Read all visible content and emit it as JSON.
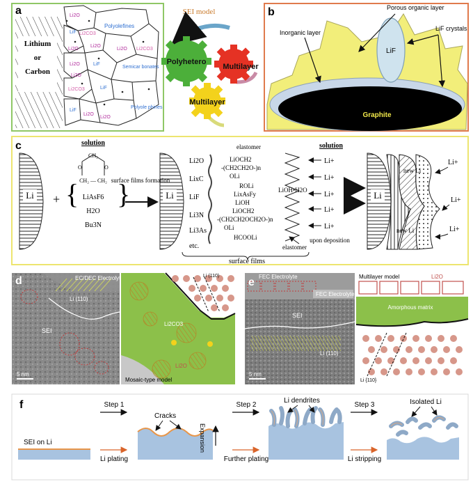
{
  "panel_a": {
    "label": "a",
    "lithium_or_carbon": [
      "Lithium",
      "or",
      "Carbon"
    ],
    "compounds": [
      "Li2O",
      "LiF",
      "Li2CO3",
      "Polyolefines",
      "Semicar bonates",
      "Polyole phines"
    ]
  },
  "sei_model": {
    "title": "SEI model",
    "gears": [
      "Polyhetero",
      "Multilayer",
      "Multilayer"
    ]
  },
  "panel_b": {
    "label": "b",
    "labels": [
      "Porous organic layer",
      "Inorganic layer",
      "LiF crystals",
      "LiF",
      "Graphite"
    ]
  },
  "panel_c": {
    "label": "c",
    "solution_left_title": "solution",
    "left_species": [
      "LiAsF6",
      "H2O",
      "Bu3N"
    ],
    "li_label": "Li",
    "plus": "+",
    "arrow_text": "surface films formation",
    "inorganic_species": [
      "Li2O",
      "LixC",
      "LiF",
      "Li3N",
      "Li3As",
      "etc."
    ],
    "organic_species": [
      "LiOCH2",
      "-(CH2CH2O-)n",
      "OLi",
      "ROLi",
      "LixAsFy",
      "LiOH",
      "LiOCH2",
      "-(CH2CH2OCH2O-)n",
      "OLi",
      "HCOOLi"
    ],
    "elastomer_top": "elastomer",
    "elastomer_bottom": "elastomer",
    "lioh_h2o": "LiOH•H2O",
    "solution_right_title": "solution",
    "li_ions": [
      "Li+",
      "Li+",
      "Li+",
      "Li+",
      "Li+"
    ],
    "upon_deposition": "upon deposition",
    "surface_films": "surface films",
    "result_labels": [
      "Li",
      "new Li",
      "new Li",
      "Li+",
      "Li+",
      "Li+"
    ]
  },
  "panel_d": {
    "label": "d",
    "electrolyte": "EC/DEC Electrolyte",
    "li_110": "Li (110)",
    "sei": "SEI",
    "scale": "5 nm",
    "li_110_right": "Li (110)",
    "li2co3": "Li2CO3",
    "li2o": "Li2O",
    "model": "Mosaic-type model"
  },
  "panel_e": {
    "label": "e",
    "fec_electrolyte": "FEC Electrolyte",
    "fec_electrolyte_2": "FEC Electrolyte",
    "sei": "SEI",
    "li_110": "Li (110)",
    "scale": "5 nm",
    "multilayer_model": "Multilayer model",
    "li2o": "Li2O",
    "amorphous": "Amorphous matrix",
    "li_110_bottom": "Li {110}"
  },
  "panel_f": {
    "label": "f",
    "step1": "Step 1",
    "step2": "Step 2",
    "step3": "Step 3",
    "sei_on_li": "SEI on Li",
    "cracks": "Cracks",
    "expansion": "Expansion",
    "li_dendrites": "Li dendrites",
    "isolated_li": "Isolated Li",
    "li_plating": "Li plating",
    "further_plating": "Further plating",
    "li_stripping": "Li stripping"
  },
  "colors": {
    "green_border": "#8fc766",
    "orange_border": "#e07a4c",
    "yellow_border": "#ede56f",
    "gear_green": "#4caf3a",
    "gear_red": "#e53224",
    "gear_yellow": "#f3d21c",
    "li_blue": "#a8c3e0",
    "sei_orange": "#e8964a",
    "model_green": "#8cc04a",
    "li2o_red": "#c0504d"
  }
}
